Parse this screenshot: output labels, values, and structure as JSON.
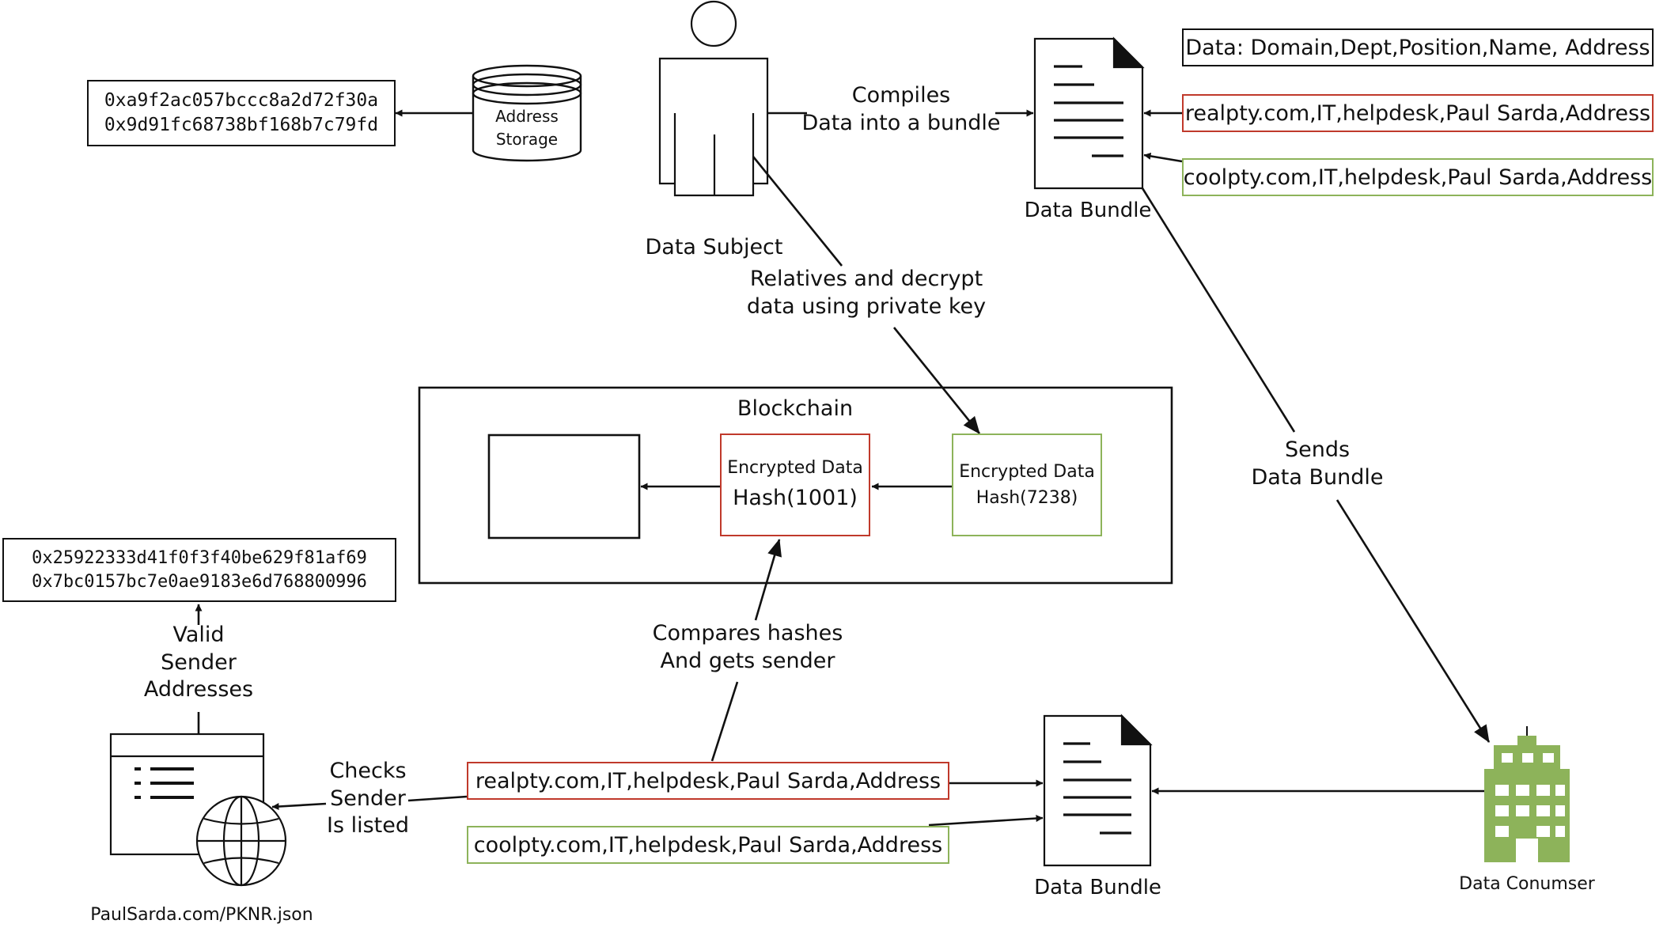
{
  "colors": {
    "red": "#c0392b",
    "green": "#8db35a",
    "building": "#8db35a",
    "stroke": "#111111"
  },
  "data_subject": {
    "label": "Data Subject",
    "icon": "person-icon"
  },
  "compiles": {
    "line1": "Compiles",
    "line2": "Data into a bundle"
  },
  "data_bundle_top": {
    "label": "Data Bundle",
    "icon": "document-icon"
  },
  "data_schema": "Data: Domain,Dept,Position,Name, Address",
  "record_red_top": "realpty.com,IT,helpdesk,Paul Sarda,Address",
  "record_green_top": "coolpty.com,IT,helpdesk,Paul Sarda,Address",
  "address_storage": {
    "line1": "Address",
    "line2": "Storage",
    "icon": "database-icon"
  },
  "stored_addresses": [
    "0xa9f2ac057bccc8a2d72f30a",
    "0x9d91fc68738bf168b7c79fd"
  ],
  "relatives": {
    "line1": "Relatives and decrypt",
    "line2": "data using private key"
  },
  "blockchain": {
    "title": "Blockchain",
    "red_block": {
      "line1": "Encrypted Data",
      "line2": "Hash(1001)"
    },
    "green_block": {
      "line1": "Encrypted Data",
      "line2": "Hash(7238)"
    }
  },
  "sends": {
    "line1": "Sends",
    "line2": "Data Bundle"
  },
  "compares": {
    "line1": "Compares hashes",
    "line2": "And gets sender"
  },
  "valid_sender": {
    "line1": "Valid",
    "line2": "Sender",
    "line3": "Addresses"
  },
  "sender_addresses": [
    "0x25922333d41f0f3f40be629f81af69",
    "0x7bc0157bc7e0ae9183e6d768800996"
  ],
  "checks": {
    "line1": "Checks",
    "line2": "Sender",
    "line3": "Is listed"
  },
  "web_json": {
    "label": "PaulSarda.com/PKNR.json",
    "icon": "web-document-globe-icon"
  },
  "record_red_bottom": "realpty.com,IT,helpdesk,Paul Sarda,Address",
  "record_green_bottom": "coolpty.com,IT,helpdesk,Paul Sarda,Address",
  "data_bundle_bottom": {
    "label": "Data Bundle",
    "icon": "document-icon"
  },
  "data_consumer": {
    "label": "Data Conumser",
    "icon": "building-icon"
  }
}
